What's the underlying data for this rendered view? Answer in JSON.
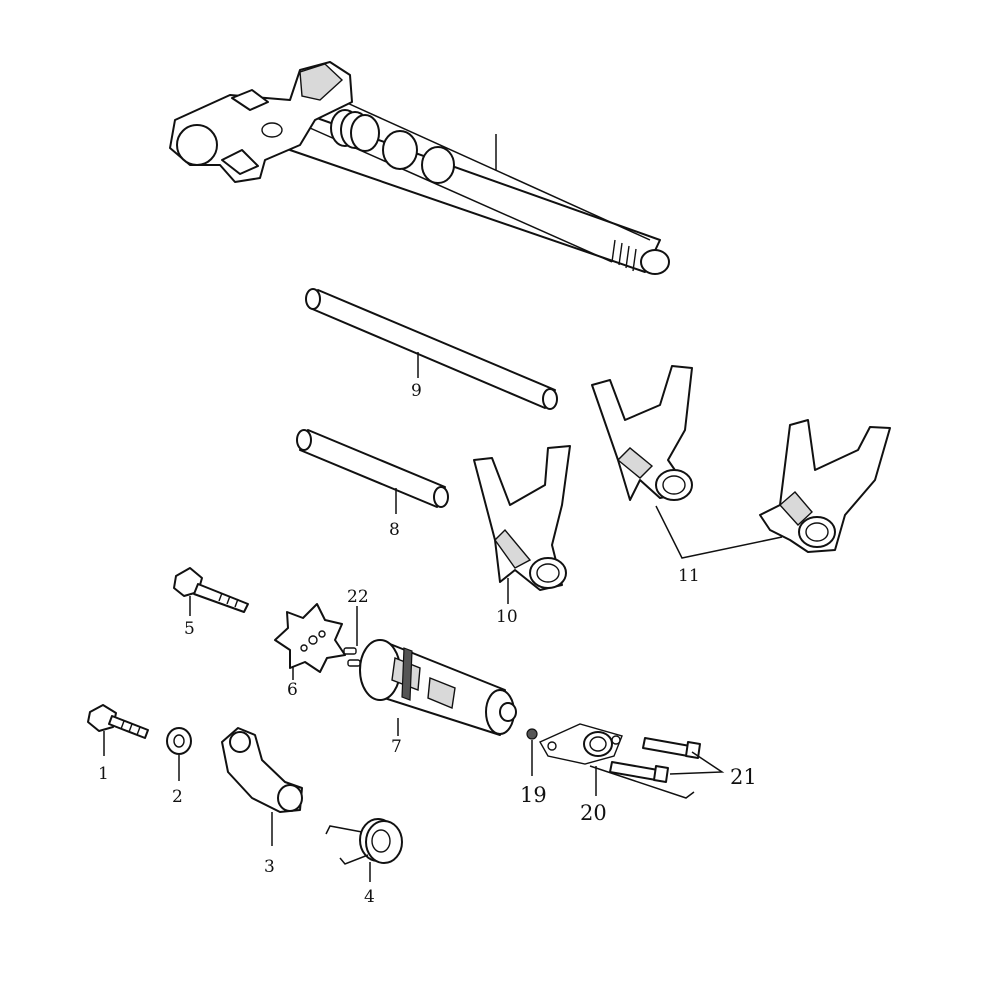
{
  "callouts": {
    "c1": "1",
    "c2": "2",
    "c3": "3",
    "c4": "4",
    "c5": "5",
    "c6": "6",
    "c7": "7",
    "c8": "8",
    "c9": "9",
    "c10": "10",
    "c11": "11",
    "c19": "19",
    "c20": "20",
    "c21": "21",
    "c22": "22"
  }
}
